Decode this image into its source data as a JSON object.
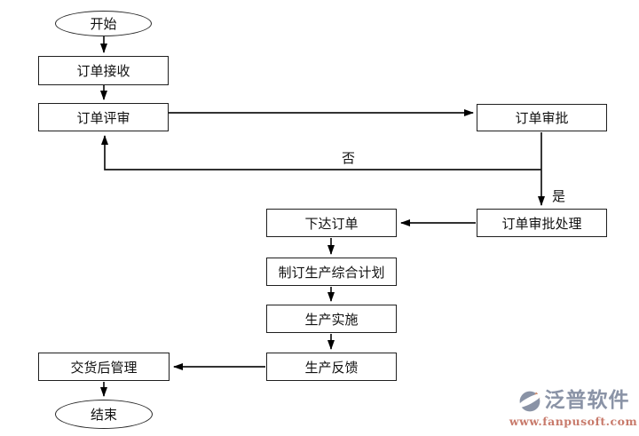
{
  "diagram": {
    "nodes": {
      "start": {
        "label": "开始",
        "shape": "ellipse"
      },
      "order_receive": {
        "label": "订单接收",
        "shape": "rect"
      },
      "order_review": {
        "label": "订单评审",
        "shape": "rect"
      },
      "order_approval": {
        "label": "订单审批",
        "shape": "rect"
      },
      "order_approval_process": {
        "label": "订单审批处理",
        "shape": "rect"
      },
      "issue_order": {
        "label": "下达订单",
        "shape": "rect"
      },
      "make_production_plan": {
        "label": "制订生产综合计划",
        "shape": "rect"
      },
      "production_implement": {
        "label": "生产实施",
        "shape": "rect"
      },
      "production_feedback": {
        "label": "生产反馈",
        "shape": "rect"
      },
      "post_delivery_management": {
        "label": "交货后管理",
        "shape": "rect"
      },
      "end": {
        "label": "结束",
        "shape": "ellipse"
      }
    },
    "edge_labels": {
      "no": "否",
      "yes": "是"
    },
    "edges": [
      {
        "from": "start",
        "to": "order_receive",
        "label": ""
      },
      {
        "from": "order_receive",
        "to": "order_review",
        "label": ""
      },
      {
        "from": "order_review",
        "to": "order_approval",
        "label": ""
      },
      {
        "from": "order_approval",
        "to": "order_review",
        "label": "否"
      },
      {
        "from": "order_approval",
        "to": "order_approval_process",
        "label": "是"
      },
      {
        "from": "order_approval_process",
        "to": "issue_order",
        "label": ""
      },
      {
        "from": "issue_order",
        "to": "make_production_plan",
        "label": ""
      },
      {
        "from": "make_production_plan",
        "to": "production_implement",
        "label": ""
      },
      {
        "from": "production_implement",
        "to": "production_feedback",
        "label": ""
      },
      {
        "from": "production_feedback",
        "to": "post_delivery_management",
        "label": ""
      },
      {
        "from": "post_delivery_management",
        "to": "end",
        "label": ""
      }
    ]
  },
  "watermark": {
    "brand": "泛普软件",
    "url": "www.fanpusoft.com",
    "brand_color": "#8a93a6",
    "url_color": "#c87a6b"
  }
}
